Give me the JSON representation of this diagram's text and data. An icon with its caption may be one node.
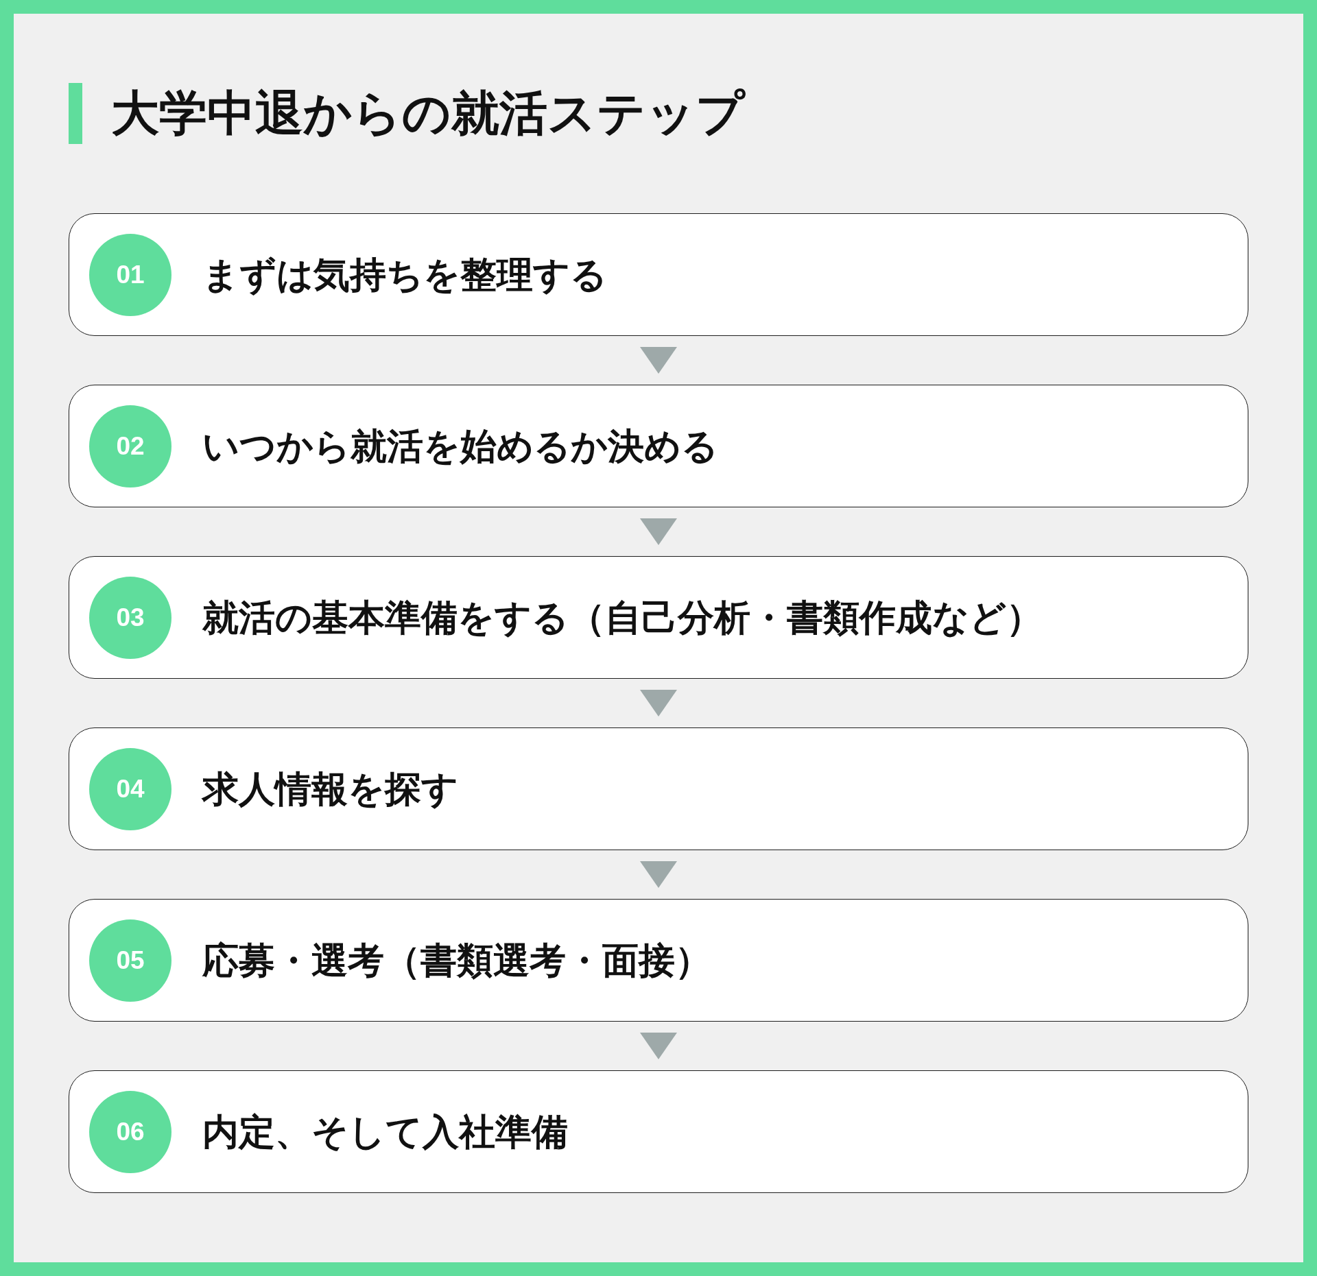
{
  "diagram": {
    "title": "大学中退からの就活ステップ",
    "nodes": [
      {
        "text": [
          "まずは気持ちを整理する"
        ]
      },
      {
        "text": [
          "01"
        ],
        "in": 0
      },
      {
        "text": [
          "いつから就活を始めるか決める"
        ]
      },
      {
        "text": [
          "02"
        ],
        "in": 2
      },
      {
        "text": [
          "就活の基本準備をする（自己分析・書類作成など）"
        ]
      },
      {
        "text": [
          "03"
        ],
        "in": 4
      },
      {
        "text": [
          "求人情報を探す"
        ]
      },
      {
        "text": [
          "04"
        ],
        "in": 6
      },
      {
        "text": [
          "応募・選考（書類選考・面接）"
        ]
      },
      {
        "text": [
          "05"
        ],
        "in": 8
      },
      {
        "text": [
          "内定、そして入社準備"
        ]
      },
      {
        "text": [
          "06"
        ],
        "in": 10
      }
    ],
    "edges": [
      {
        "from": 0,
        "to": 2,
        "arrow": "to"
      },
      {
        "from": 2,
        "to": 4,
        "arrow": "to"
      },
      {
        "from": 4,
        "to": 6,
        "arrow": "to"
      },
      {
        "from": 6,
        "to": 8,
        "arrow": "to"
      },
      {
        "from": 8,
        "to": 10,
        "arrow": "to"
      }
    ]
  }
}
